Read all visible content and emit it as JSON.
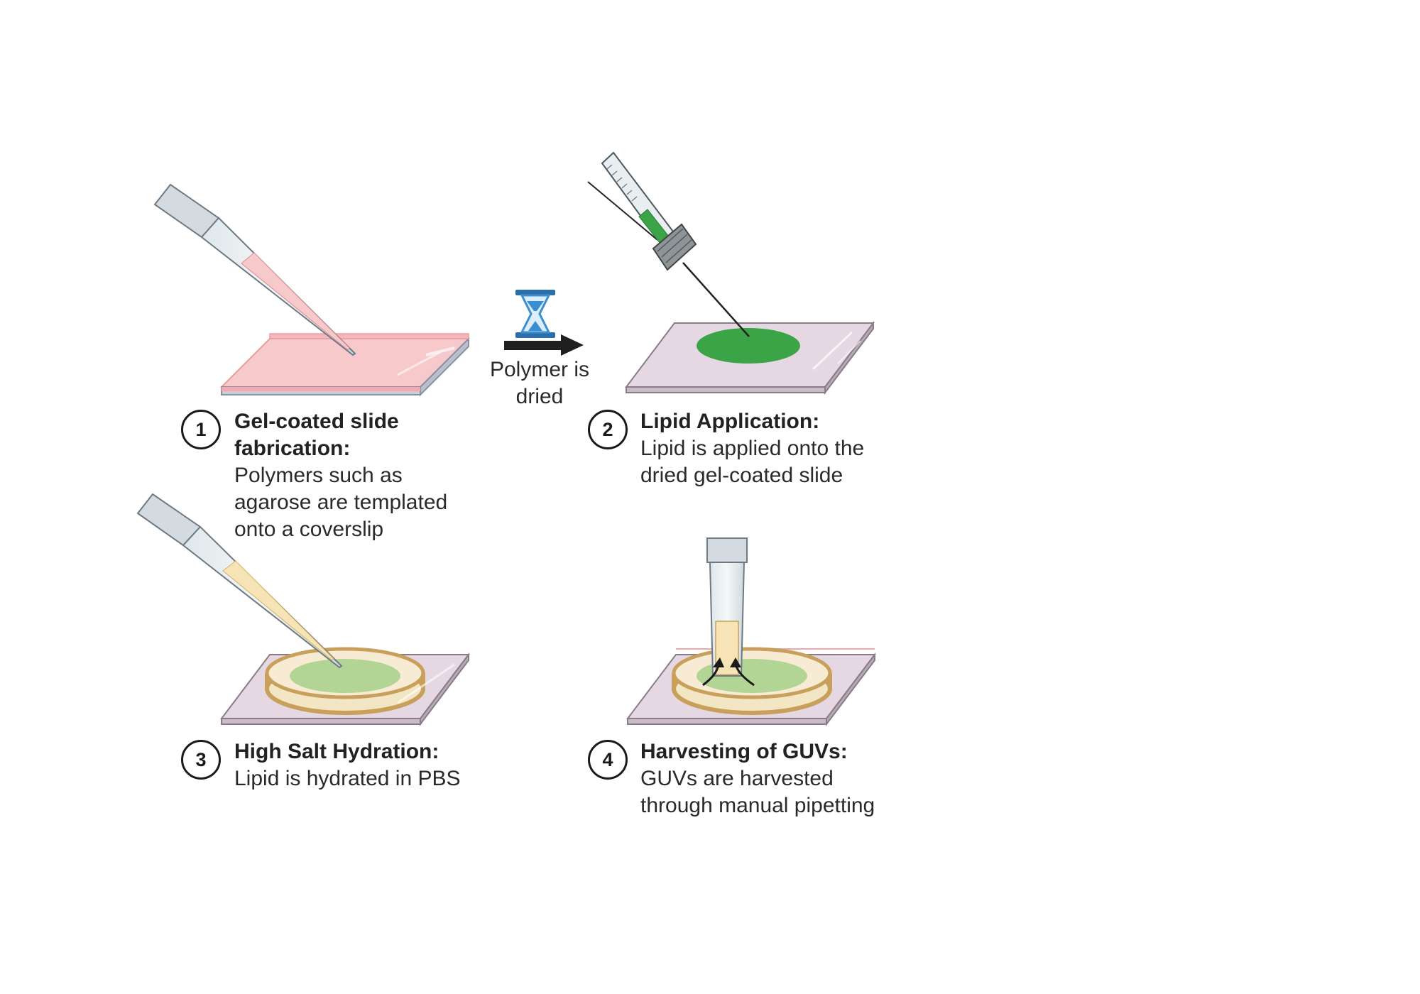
{
  "colors": {
    "gel_pink": "#f7c9cb",
    "lipid_green": "#3aa447",
    "hydration_gold": "#c9a05b",
    "slide_lilac": "#e5d8e2",
    "hourglass_blue": "#3b8fd0",
    "arrow_dark": "#1f1f1f"
  },
  "icons": [
    "pipette-icon",
    "syringe-icon",
    "hourglass-icon",
    "arrow-right-icon",
    "glass-slide-icon"
  ],
  "transition": {
    "label": "Polymer is\ndried"
  },
  "steps": [
    {
      "number": "1",
      "title": "Gel-coated slide\nfabrication:",
      "body": "Polymers such as\nagarose are templated\nonto a coverslip"
    },
    {
      "number": "2",
      "title": "Lipid Application:",
      "body": "Lipid is applied onto the\ndried gel-coated slide"
    },
    {
      "number": "3",
      "title": "High Salt Hydration:",
      "body": "Lipid is hydrated in PBS"
    },
    {
      "number": "4",
      "title": "Harvesting of GUVs:",
      "body": "GUVs are harvested\nthrough manual pipetting"
    }
  ]
}
